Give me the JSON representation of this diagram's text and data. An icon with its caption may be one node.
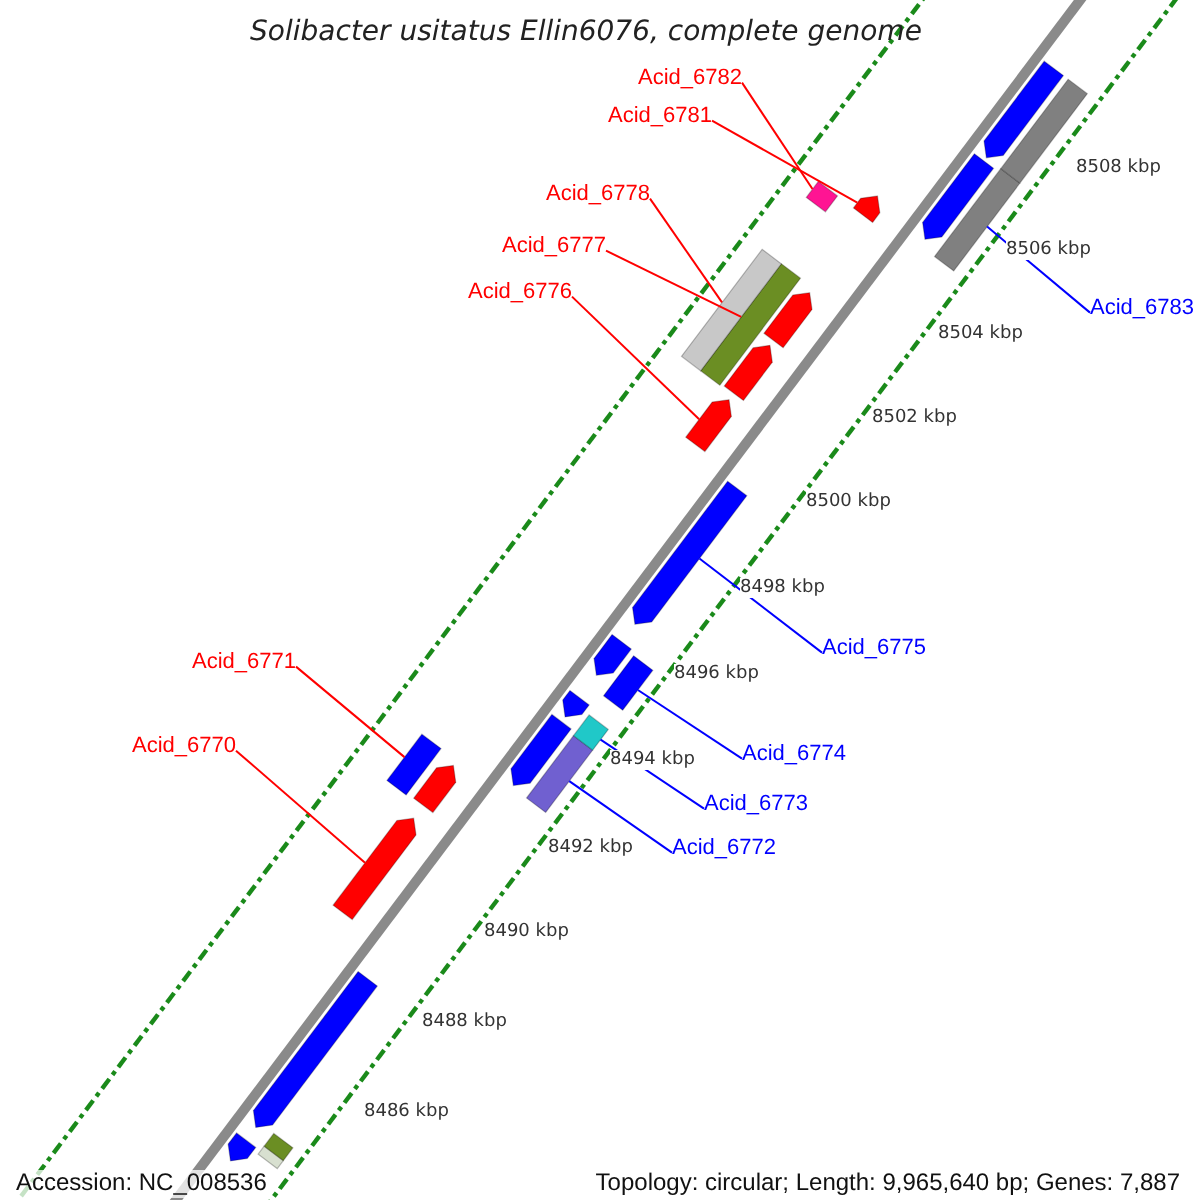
{
  "diagram": {
    "title": "Solibacter usitatus Ellin6076, complete genome",
    "nodes": [
      {
        "text": [
          "Acid_6782"
        ]
      },
      {
        "text": [
          "Acid_6781"
        ]
      },
      {
        "text": [
          "Acid_6778"
        ]
      },
      {
        "text": [
          "Acid_6777"
        ]
      },
      {
        "text": [
          "Acid_6776"
        ]
      },
      {
        "text": [
          "Acid_6783"
        ]
      },
      {
        "text": [
          "Acid_6775"
        ]
      },
      {
        "text": [
          "Acid_6771"
        ]
      },
      {
        "text": [
          "Acid_6774"
        ]
      },
      {
        "text": [
          "Acid_6770"
        ]
      },
      {
        "text": [
          "Acid_6773"
        ]
      },
      {
        "text": [
          "Acid_6772"
        ]
      },
      {
        "text": [],
        "shape": "bar"
      },
      {
        "text": [],
        "shape": "bar"
      },
      {
        "text": [],
        "shape": "bar"
      },
      {
        "text": [],
        "shape": "bar"
      },
      {
        "text": [],
        "shape": "bar"
      },
      {
        "text": [],
        "shape": "bar"
      },
      {
        "text": [],
        "shape": "bar"
      },
      {
        "text": [],
        "shape": "bar"
      },
      {
        "text": [],
        "shape": "bar"
      },
      {
        "text": [],
        "shape": "bar"
      },
      {
        "text": [],
        "shape": "bar"
      },
      {
        "text": [],
        "shape": "bar"
      },
      {
        "text": [],
        "shape": "bar"
      },
      {
        "text": [],
        "shape": "bar"
      },
      {
        "text": [],
        "shape": "bar"
      },
      {
        "text": [],
        "shape": "bar"
      },
      {
        "text": [],
        "shape": "bar"
      },
      {
        "text": [],
        "shape": "bar"
      },
      {
        "text": [],
        "shape": "bar"
      },
      {
        "text": [],
        "shape": "bar"
      },
      {
        "text": [],
        "shape": "bar"
      },
      {
        "text": [],
        "shape": "bar"
      },
      {
        "text": [],
        "shape": "bar"
      },
      {
        "text": [],
        "shape": "bar"
      },
      {
        "text": [],
        "shape": "bar"
      }
    ],
    "edges": [
      {
        "from": 0,
        "to": 14,
        "arrow": "none"
      },
      {
        "from": 1,
        "to": 16,
        "arrow": "none"
      },
      {
        "from": 2,
        "to": 18,
        "arrow": "none"
      },
      {
        "from": 3,
        "to": 20,
        "arrow": "none"
      },
      {
        "from": 4,
        "to": 22,
        "arrow": "none"
      },
      {
        "from": 5,
        "to": 17,
        "arrow": "none",
        "color": "#0000ff"
      },
      {
        "from": 6,
        "to": 23,
        "arrow": "none",
        "color": "#0000ff"
      },
      {
        "from": 7,
        "to": 29,
        "arrow": "none"
      },
      {
        "from": 8,
        "to": 25,
        "arrow": "none",
        "color": "#0000ff"
      },
      {
        "from": 9,
        "to": 32,
        "arrow": "none"
      },
      {
        "from": 10,
        "to": 27,
        "arrow": "none",
        "color": "#0000ff"
      },
      {
        "from": 11,
        "to": 30,
        "arrow": "none",
        "color": "#0000ff"
      }
    ],
    "labels": [
      "8508 kbp",
      "8506 kbp",
      "8504 kbp",
      "8502 kbp",
      "8500 kbp",
      "8498 kbp",
      "8496 kbp",
      "8494 kbp",
      "8492 kbp",
      "8490 kbp",
      "8488 kbp",
      "8486 kbp",
      "Accession: NC_008536",
      "Topology: circular; Length: 9,965,640 bp; Genes: 7,887"
    ]
  }
}
